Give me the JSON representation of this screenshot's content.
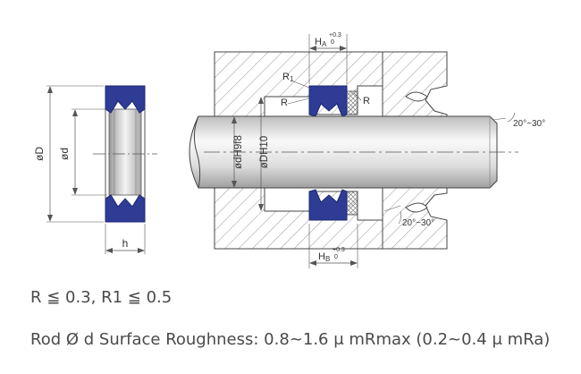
{
  "drawing": {
    "left_view": {
      "dia_outer": "øD",
      "dia_inner": "ød",
      "width": "h"
    },
    "housing": {
      "ha_main": "H",
      "ha_sub": "A",
      "ha_tol": "+0.3",
      "ha_tol_low": "0",
      "hb_main": "H",
      "hb_sub": "B",
      "hb_tol": "+0.3",
      "hb_tol_low": "0",
      "r1_main": "R",
      "r1_sub": "1",
      "r_left": "R",
      "r_right": "R",
      "rod_fit": "ødH9f8",
      "housing_fit": "øDH10",
      "chamfer_rod": "20°~30°",
      "chamfer_housing": "20°~30°"
    }
  },
  "colors": {
    "seal": "#2e3c96",
    "lines": "#444444"
  },
  "captions": {
    "line1": "R ≦ 0.3, R1 ≦ 0.5",
    "line2": "Rod Ø d Surface Roughness: 0.8~1.6 μ mRmax (0.2~0.4 μ mRa)"
  }
}
